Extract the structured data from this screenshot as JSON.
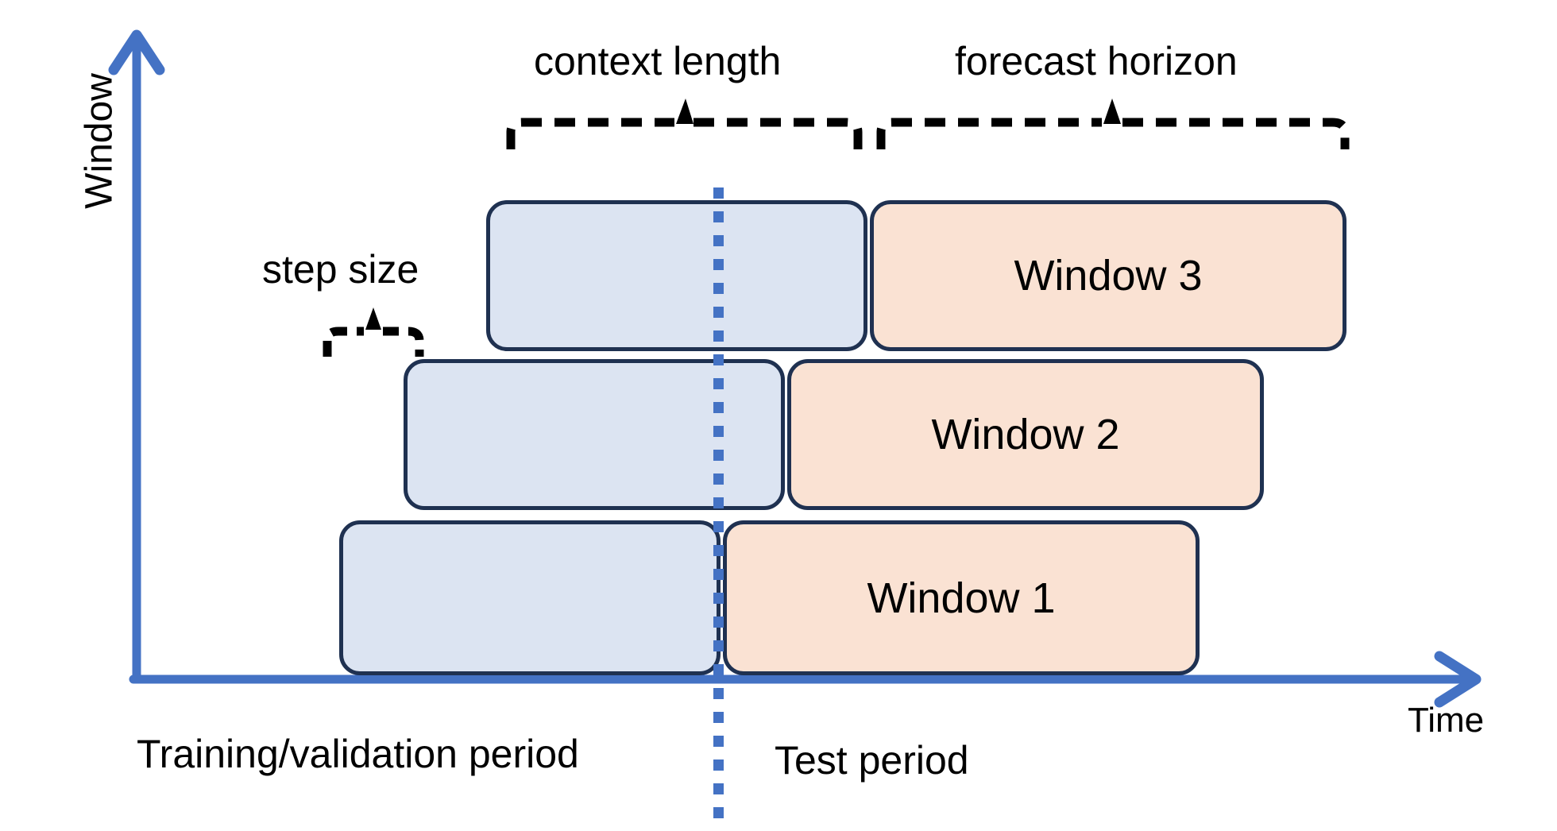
{
  "figure": {
    "type": "rolling-window-backtest-diagram",
    "axes": {
      "y_label": "Window",
      "x_label": "Time",
      "y_arrow": "up-arrow",
      "x_arrow": "right-arrow",
      "axis_color": "#4472C4"
    },
    "annotations": {
      "context_length": "context length",
      "forecast_horizon": "forecast horizon",
      "step_size": "step size",
      "training_period": "Training/validation period",
      "test_period": "Test period"
    },
    "colors": {
      "context_fill": "#DCE4F2",
      "forecast_fill": "#FAE2D3",
      "box_border": "#1F3151",
      "axis": "#4472C4",
      "split_line": "#4472C4",
      "brace": "#000000"
    },
    "split_line": {
      "name": "train-test-boundary",
      "style": "dotted",
      "orientation": "vertical"
    },
    "windows": [
      {
        "label": "Window 3",
        "row": 3,
        "context_box_label": "",
        "forecast_box_label": "Window 3"
      },
      {
        "label": "Window 2",
        "row": 2,
        "context_box_label": "",
        "forecast_box_label": "Window 2"
      },
      {
        "label": "Window 1",
        "row": 1,
        "context_box_label": "",
        "forecast_box_label": "Window 1"
      }
    ]
  }
}
